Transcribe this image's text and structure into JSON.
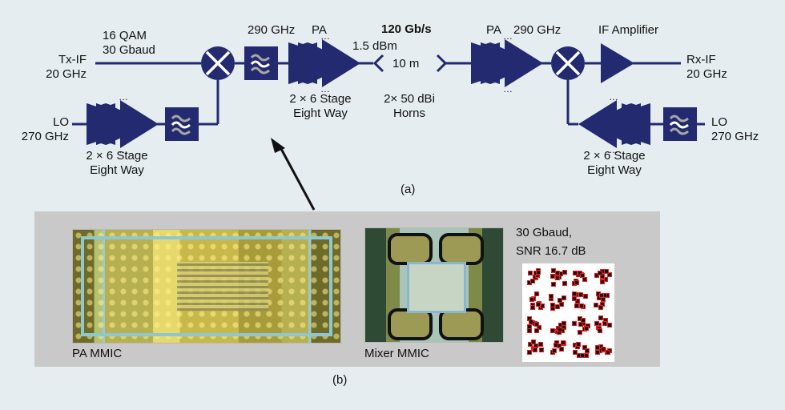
{
  "figure": {
    "caption_a": "(a)",
    "caption_b": "(b)",
    "colors": {
      "block": "#232a6f",
      "filter_wave_light": "#ffffff",
      "filter_wave_gray": "#a8a8a8",
      "background": "#e5edf0",
      "panel": "#c9c9c9",
      "arrow": "#111111",
      "constellation_point": "#ee1c1c"
    }
  },
  "transmitter": {
    "if_input": {
      "line1": "Tx-IF",
      "line2": "20 GHz"
    },
    "modulation": {
      "line1": "16 QAM",
      "line2": "30 Gbaud"
    },
    "lo": {
      "line1": "LO",
      "line2": "270 GHz"
    },
    "lo_multiplier": {
      "line1": "2 × 6 Stage",
      "line2": "Eight Way"
    },
    "rf_filter": "290 GHz",
    "pa_label": "PA",
    "pa_stage": {
      "line1": "2 × 6 Stage",
      "line2": "Eight Way"
    },
    "output_power": "1.5 dBm"
  },
  "link": {
    "data_rate": "120 Gb/s",
    "distance": "10 m",
    "antennas": {
      "line1": "2× 50 dBi",
      "line2": "Horns"
    }
  },
  "receiver": {
    "pa_label": "PA",
    "rf_freq": "290 GHz",
    "if_amp": "IF Amplifier",
    "if_output": {
      "line1": "Rx-IF",
      "line2": "20 GHz"
    },
    "lo": {
      "line1": "LO",
      "line2": "270 GHz"
    },
    "lo_multiplier": {
      "line1": "2 × 6 Stage",
      "line2": "Eight Way"
    }
  },
  "photos": {
    "pa_mmic": "PA MMIC",
    "mixer_mmic": "Mixer MMIC",
    "constellation": {
      "line1": "30 Gbaud,",
      "line2": "SNR 16.7 dB",
      "grid": "4x4",
      "modulation": "16 QAM"
    }
  }
}
